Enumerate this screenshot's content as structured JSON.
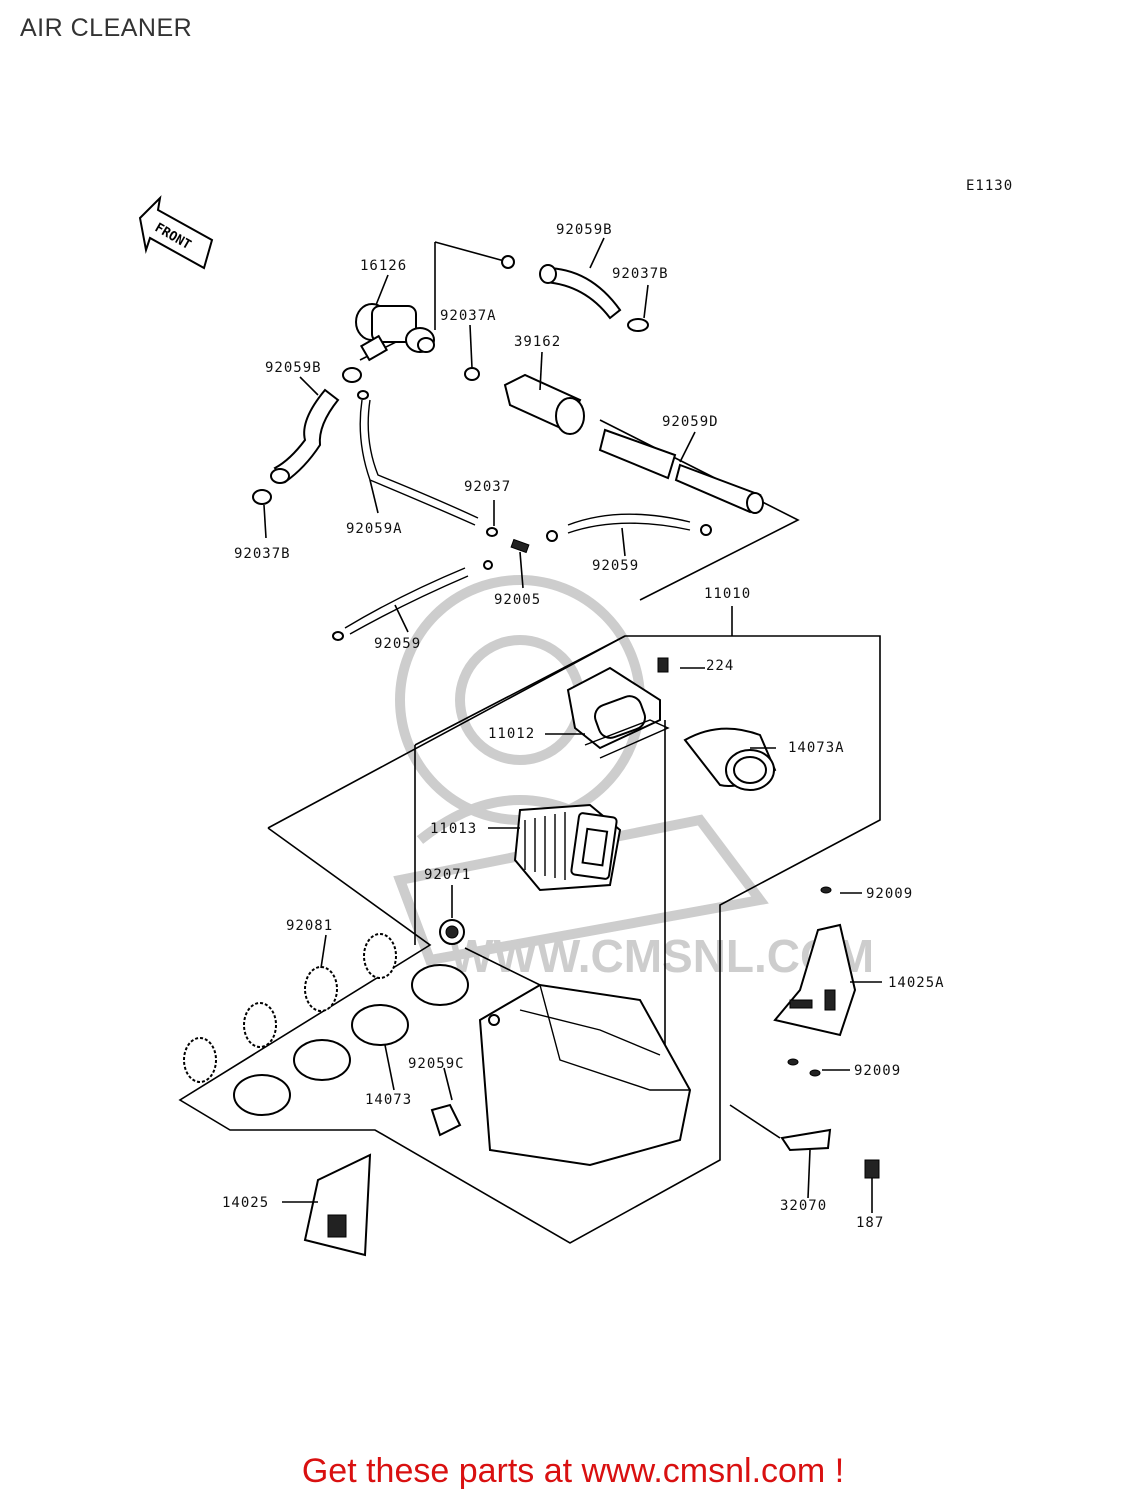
{
  "title": "AIR CLEANER",
  "diagram_code": "E1130",
  "front_arrow_text": "FRONT",
  "watermark_text": "WWW.CMSNL.COM",
  "footer_text": "Get these parts at www.cmsnl.com !",
  "colors": {
    "footer": "#d91010",
    "title": "#333333",
    "watermark": "#c8c8c8"
  },
  "parts": {
    "p16126": "16126",
    "p92059B_top": "92059B",
    "p92037B_top": "92037B",
    "p92037A": "92037A",
    "p39162": "39162",
    "p92059B_left": "92059B",
    "p92059D": "92059D",
    "p92037": "92037",
    "p92059A": "92059A",
    "p92037B_left": "92037B",
    "p92059_right": "92059",
    "p92005": "92005",
    "p92059_left": "92059",
    "p11010": "11010",
    "p224": "224",
    "p11012": "11012",
    "p14073A": "14073A",
    "p11013": "11013",
    "p92009_top": "92009",
    "p92071": "92071",
    "p92081": "92081",
    "p14025A": "14025A",
    "p92059C": "92059C",
    "p14073": "14073",
    "p92009_bottom": "92009",
    "p14025": "14025",
    "p32070": "32070",
    "p187": "187"
  }
}
